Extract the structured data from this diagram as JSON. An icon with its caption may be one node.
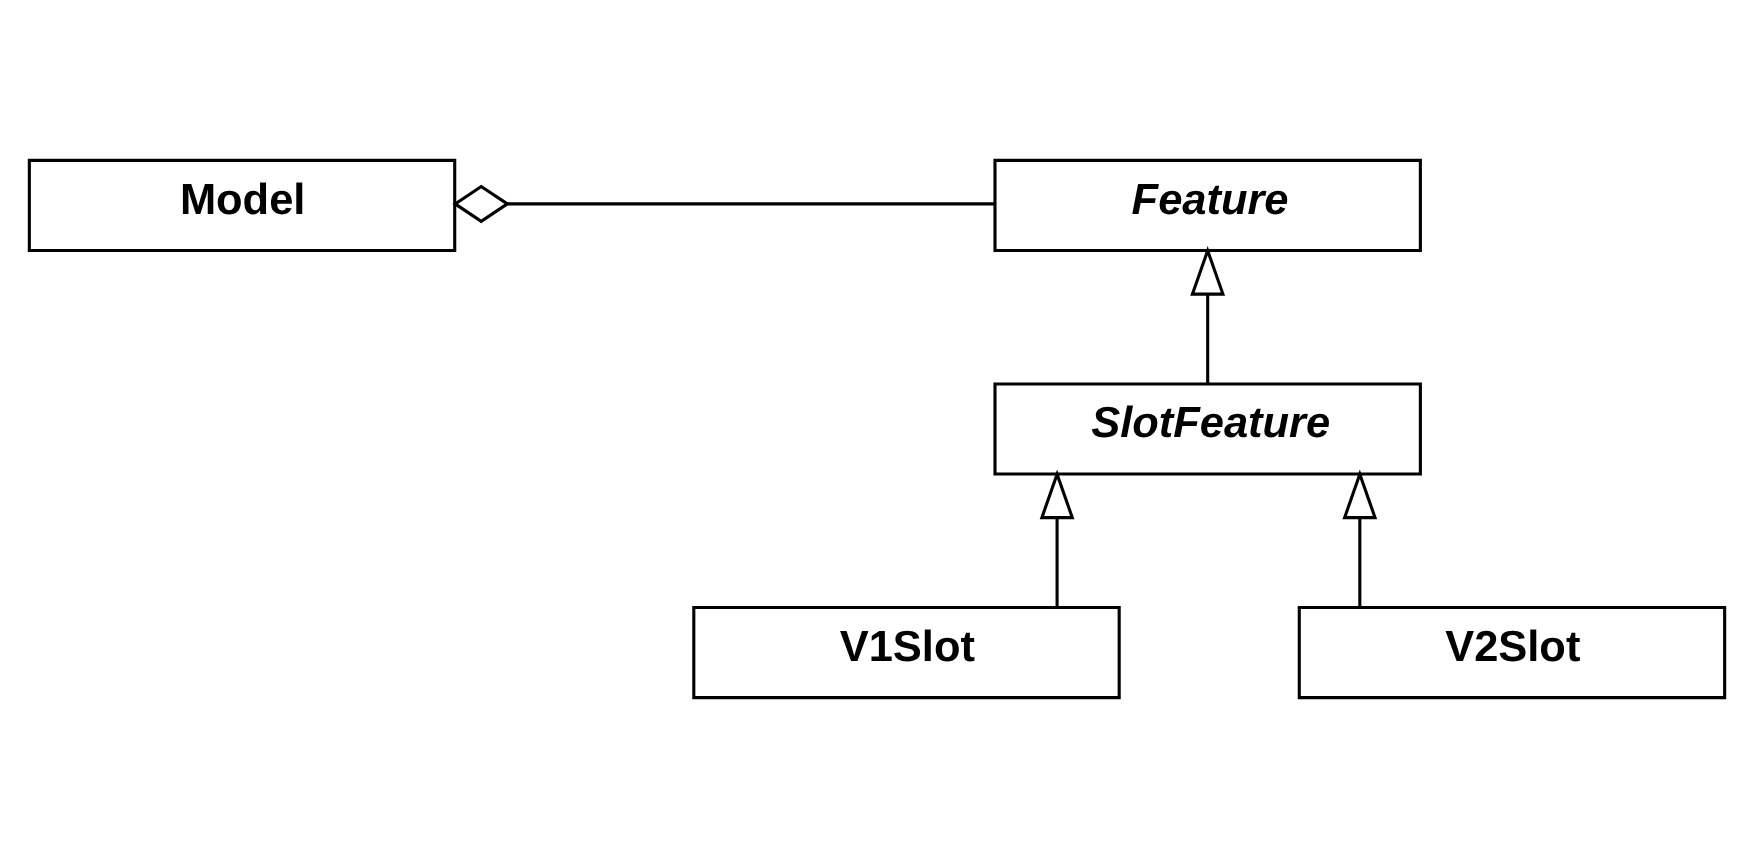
{
  "diagram": {
    "nodes": [
      {
        "text": [
          "Model"
        ]
      },
      {
        "text": [
          "Feature"
        ]
      },
      {
        "text": [
          "SlotFeature"
        ]
      },
      {
        "text": [
          "V1Slot"
        ]
      },
      {
        "text": [
          "V2Slot"
        ]
      }
    ],
    "edges": [
      {
        "from": 0,
        "to": 1,
        "arrow": "other"
      },
      {
        "from": 2,
        "to": 1,
        "arrow": "to"
      },
      {
        "from": 3,
        "to": 2,
        "arrow": "to"
      },
      {
        "from": 4,
        "to": 2,
        "arrow": "to"
      }
    ]
  }
}
